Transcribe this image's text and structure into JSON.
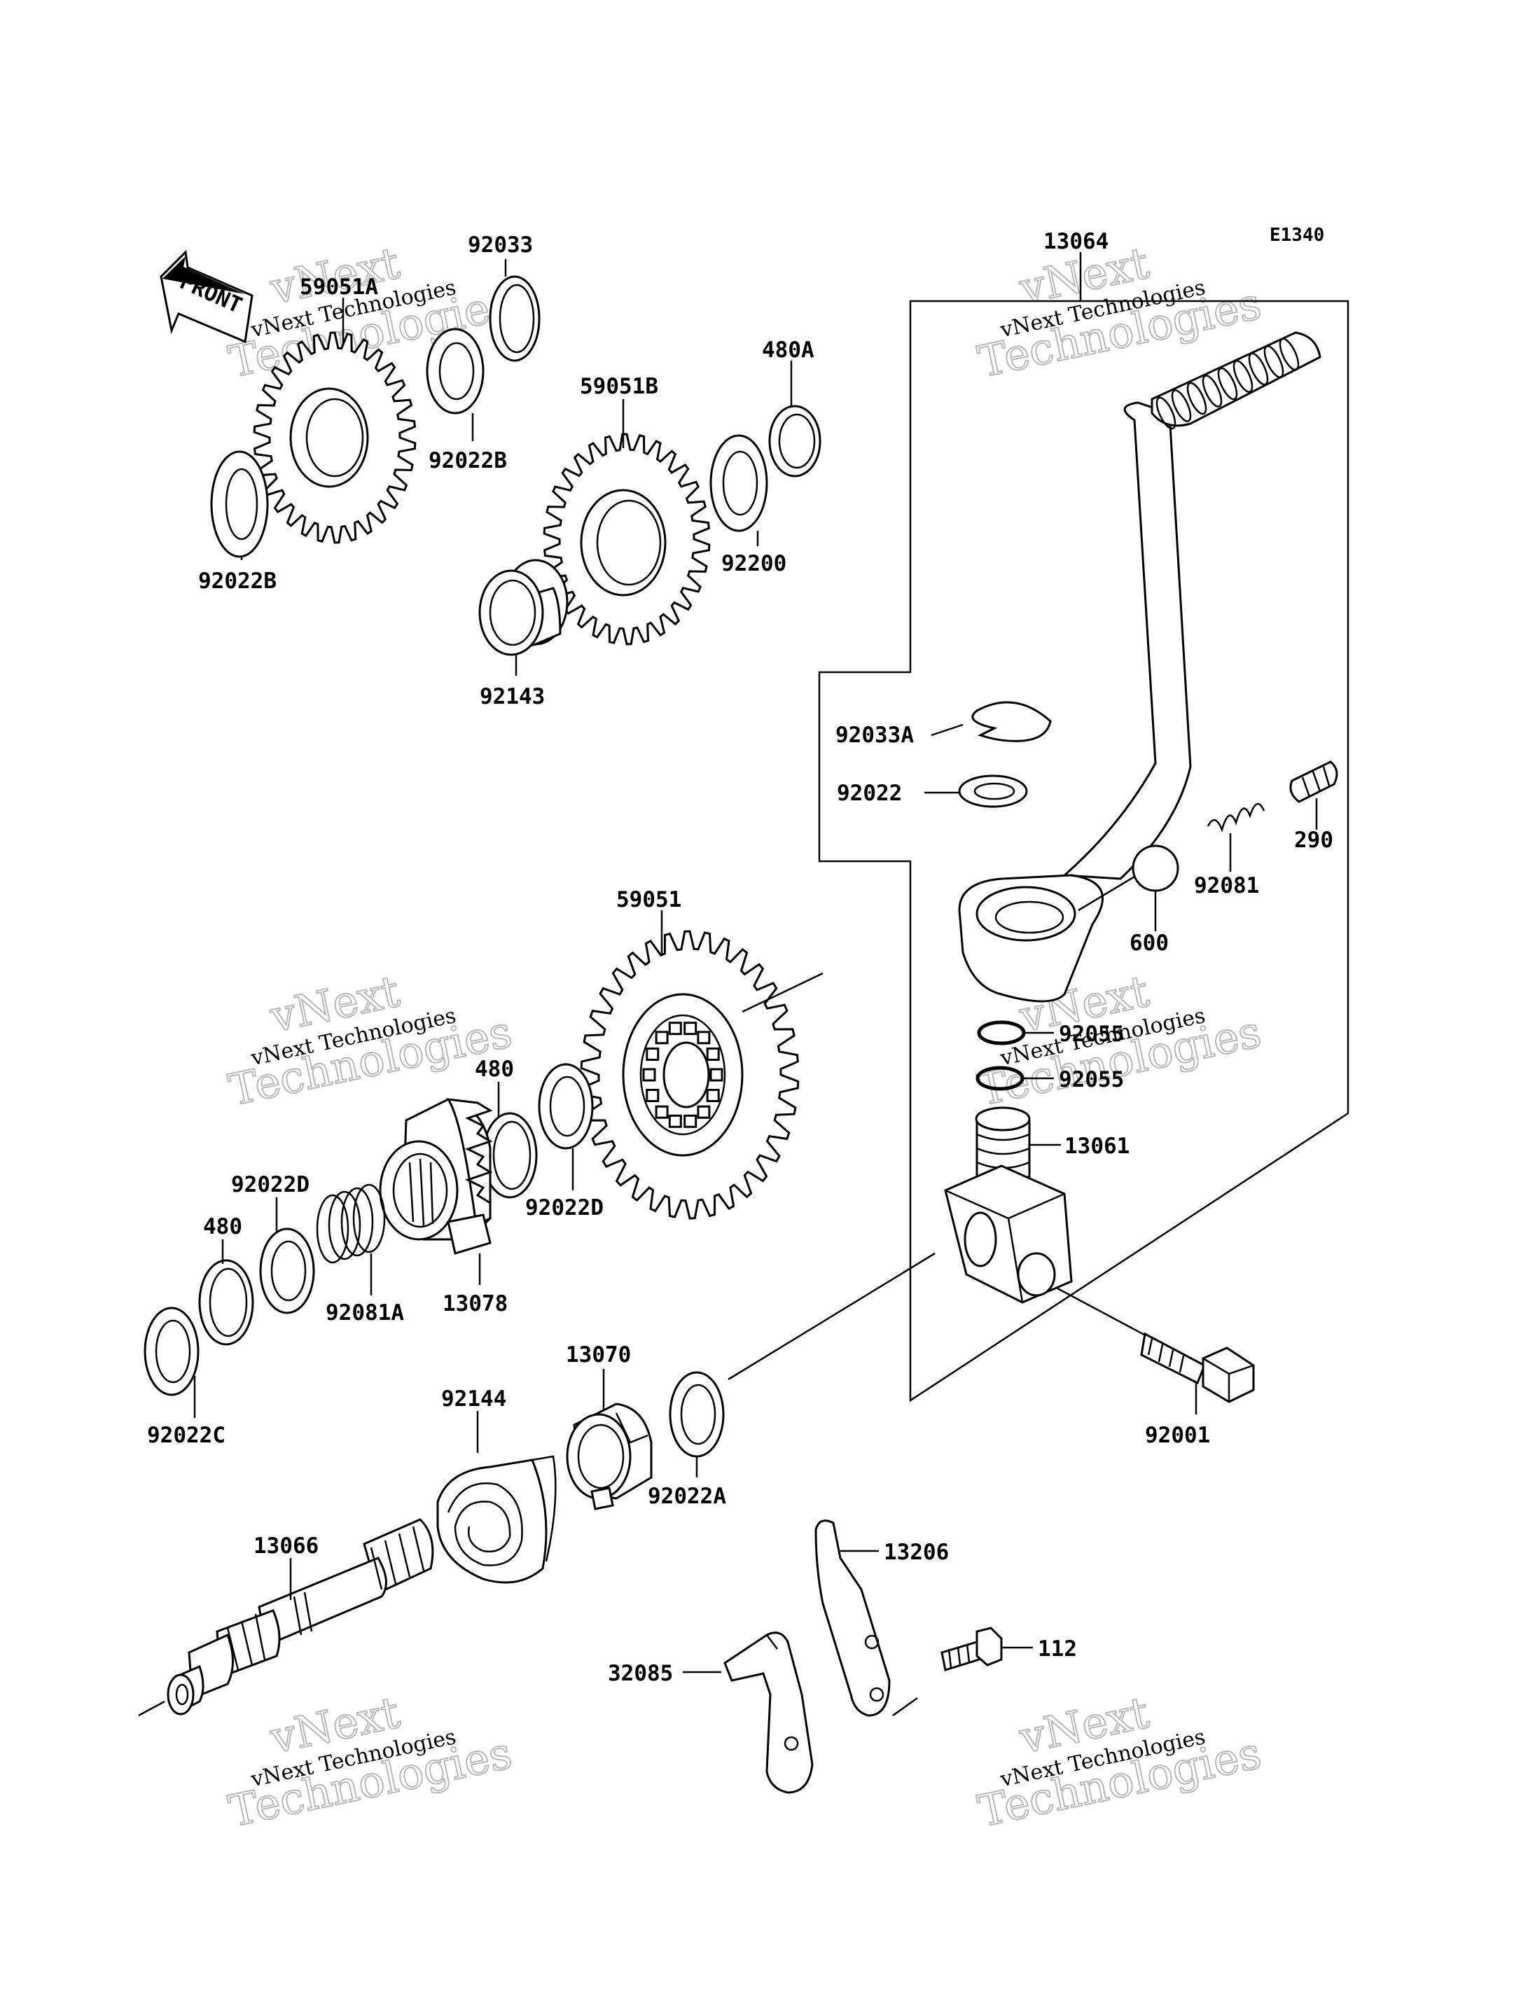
{
  "diagram_code": "E1340",
  "front_arrow_text": "FRONT",
  "watermark": {
    "line1": "vNext Technologies",
    "line2": "vNext",
    "line3": "Technologies"
  },
  "callouts": {
    "p92033": "92033",
    "p59051A": "59051A",
    "p92022B_top": "92022B",
    "p92022B_left": "92022B",
    "p480A": "480A",
    "p59051B": "59051B",
    "p92200": "92200",
    "p92143": "92143",
    "p13064": "13064",
    "p92033A": "92033A",
    "p92022": "92022",
    "p290": "290",
    "p92081": "92081",
    "p600": "600",
    "p59051": "59051",
    "p92055_top": "92055",
    "p92055_bot": "92055",
    "p13061": "13061",
    "p480_top": "480",
    "p92022D_right": "92022D",
    "p92022D_left": "92022D",
    "p480_left": "480",
    "p92081A": "92081A",
    "p13078": "13078",
    "p92022C": "92022C",
    "p13070": "13070",
    "p92144": "92144",
    "p92022A": "92022A",
    "p92001": "92001",
    "p13066": "13066",
    "p13206": "13206",
    "p112": "112",
    "p32085": "32085"
  }
}
